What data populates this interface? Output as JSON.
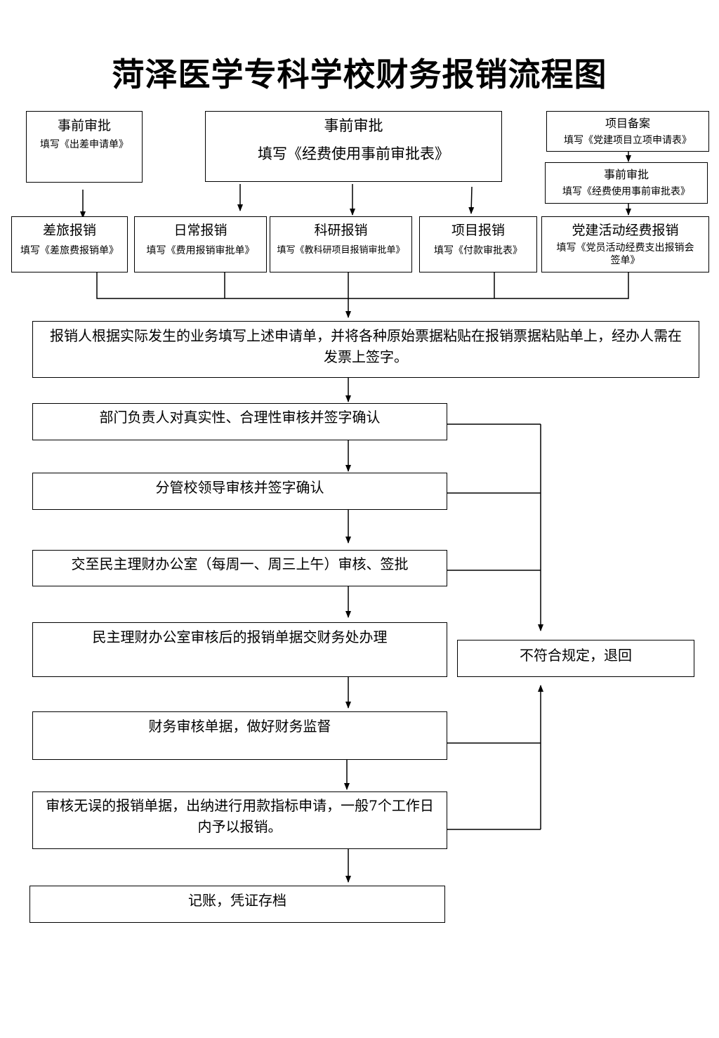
{
  "title": "菏泽医学专科学校财务报销流程图",
  "pre_approval_left": {
    "heading": "事前审批",
    "form": "填写《出差申请单》"
  },
  "pre_approval_center": {
    "heading": "事前审批",
    "form": "填写《经费使用事前审批表》"
  },
  "project_filing": {
    "heading": "项目备案",
    "form": "填写《党建项目立项申请表》"
  },
  "pre_approval_right": {
    "heading": "事前审批",
    "form": "填写《经费使用事前审批表》"
  },
  "categories": [
    {
      "heading": "差旅报销",
      "form": "填写《差旅费报销单》"
    },
    {
      "heading": "日常报销",
      "form": "填写《费用报销审批单》"
    },
    {
      "heading": "科研报销",
      "form": "填写《教科研项目报销审批单》"
    },
    {
      "heading": "项目报销",
      "form": "填写《付款审批表》"
    },
    {
      "heading": "党建活动经费报销",
      "form": "填写《党员活动经费支出报销会签单》"
    }
  ],
  "steps": [
    "报销人根据实际发生的业务填写上述申请单，并将各种原始票据粘贴在报销票据粘贴单上，经办人需在发票上签字。",
    "部门负责人对真实性、合理性审核并签字确认",
    "分管校领导审核并签字确认",
    "交至民主理财办公室（每周一、周三上午）审核、签批",
    "民主理财办公室审核后的报销单据交财务处办理",
    "财务审核单据，做好财务监督",
    "审核无误的报销单据，出纳进行用款指标申请，一般7个工作日内予以报销。",
    "记账，凭证存档"
  ],
  "reject": "不符合规定，退回"
}
